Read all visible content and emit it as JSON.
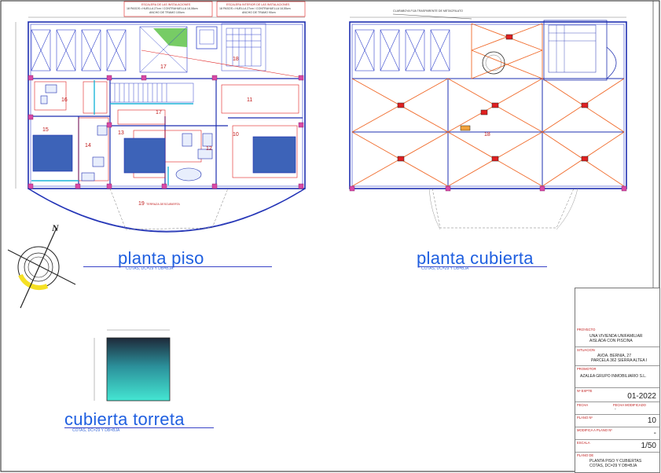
{
  "drawing": {
    "plans": {
      "piso": {
        "title": "planta piso",
        "subtitle": "COTAS, DC=29 Y DB=BJA"
      },
      "cubierta": {
        "title": "planta cubierta",
        "subtitle": "COTAS, DC=29 Y DB=BJA"
      },
      "torreta": {
        "title": "cubierta torreta",
        "subtitle": "COTAS, DC=29 Y DB=BJA"
      }
    },
    "north_label": "N",
    "notes": {
      "escalera_1_line1": "ESCALERA DE LAS INSTALACIONES",
      "escalera_1_line2": "18 PASOS • HUELLA 27cm / CONTRAHUELLA 18,08cm",
      "escalera_1_line3": "ANCHO DE TRAMO 100cm",
      "escalera_2_line1": "ESCALERA INTERIOR DE LAS INSTALACIONES",
      "escalera_2_line2": "18 PASOS • HUELLA 27cm / CONTRAHUELLA 18,55cm",
      "escalera_2_line3": "ANCHO DE TRAMO 90cm",
      "claraboya": "CLARABOYA FIJA TRASPARENTE DE METACRILATO"
    },
    "rooms": {
      "r10": "10",
      "r11": "11",
      "r12": "12",
      "r13": "13",
      "r14": "14",
      "r15": "15",
      "r16": "16",
      "r17": "17",
      "r18": "18",
      "r18b": "18",
      "r19": "19",
      "r19_label": "TERRAZA DESCUBIERTA"
    }
  },
  "titleblock": {
    "proyecto_label": "PROYECTO",
    "proyecto_line1": "UNA VIVIENDA UNIFAMILIAR",
    "proyecto_line2": "AISLADA CON PISCINA",
    "situacion_label": "SITUACION",
    "situacion_line1": "AVDA. BERNIA, 27",
    "situacion_line2": "PARCELA 362 SIERRA ALTEA I",
    "promotor_label": "PROMOTOR",
    "promotor": "AZALEA GRUPO INMOBILIARIO S.L.",
    "expte_label": "Nº EXPTE",
    "expte": "01-2022",
    "fecha_label": "FECHA",
    "fecha_mod_label": "FECHA MODIFICADO",
    "fecha_mod": "-",
    "plano_label": "PLANO Nº",
    "plano": "10",
    "modifica_label": "MODIFICA A PLANO Nº",
    "modifica": "-",
    "escala_label": "ESCALA",
    "escala": "1/50",
    "plano_de_label": "PLANO DE",
    "plano_de_line1": "PLANTA PISO Y CUBIERTAS",
    "plano_de_line2": "COTAS, DC=29 Y DB=BJA"
  }
}
